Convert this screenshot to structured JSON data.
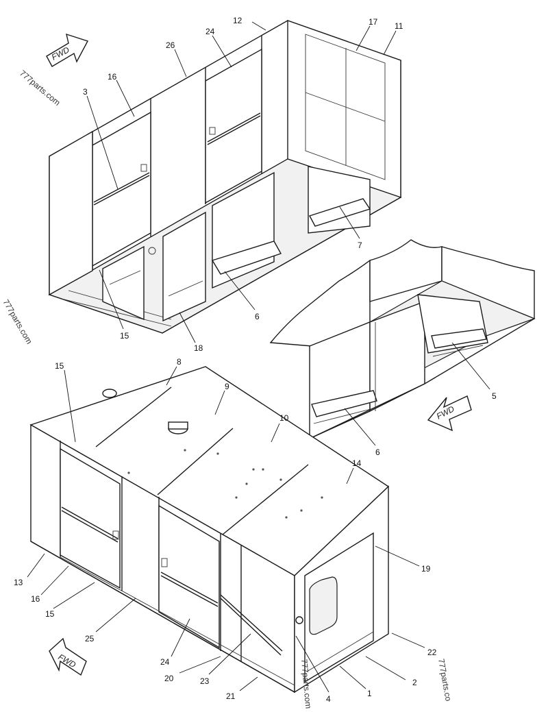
{
  "callouts": [
    {
      "id": "c12",
      "label": "12"
    },
    {
      "id": "c17",
      "label": "17"
    },
    {
      "id": "c11",
      "label": "11"
    },
    {
      "id": "c24a",
      "label": "24"
    },
    {
      "id": "c26",
      "label": "26"
    },
    {
      "id": "c16a",
      "label": "16"
    },
    {
      "id": "c3",
      "label": "3"
    },
    {
      "id": "c7",
      "label": "7"
    },
    {
      "id": "c6a",
      "label": "6"
    },
    {
      "id": "c15a",
      "label": "15"
    },
    {
      "id": "c18",
      "label": "18"
    },
    {
      "id": "c5",
      "label": "5"
    },
    {
      "id": "c6b",
      "label": "6"
    },
    {
      "id": "c15b",
      "label": "15"
    },
    {
      "id": "c8",
      "label": "8"
    },
    {
      "id": "c9",
      "label": "9"
    },
    {
      "id": "c10",
      "label": "10"
    },
    {
      "id": "c14",
      "label": "14"
    },
    {
      "id": "c19",
      "label": "19"
    },
    {
      "id": "c13",
      "label": "13"
    },
    {
      "id": "c16b",
      "label": "16"
    },
    {
      "id": "c15c",
      "label": "15"
    },
    {
      "id": "c25",
      "label": "25"
    },
    {
      "id": "c24b",
      "label": "24"
    },
    {
      "id": "c20",
      "label": "20"
    },
    {
      "id": "c23",
      "label": "23"
    },
    {
      "id": "c21",
      "label": "21"
    },
    {
      "id": "c4",
      "label": "4"
    },
    {
      "id": "c1",
      "label": "1"
    },
    {
      "id": "c2",
      "label": "2"
    },
    {
      "id": "c22",
      "label": "22"
    }
  ],
  "fwd_arrows": [
    {
      "id": "top",
      "label": "FWD"
    },
    {
      "id": "mid",
      "label": "FWD"
    },
    {
      "id": "bottom",
      "label": "FWD"
    }
  ],
  "watermarks": [
    {
      "id": "wm1",
      "text": "777parts.com"
    },
    {
      "id": "wm2",
      "text": "777parts.com"
    },
    {
      "id": "wm3",
      "text": "777parts.com"
    },
    {
      "id": "wm4",
      "text": "777parts.co"
    }
  ]
}
